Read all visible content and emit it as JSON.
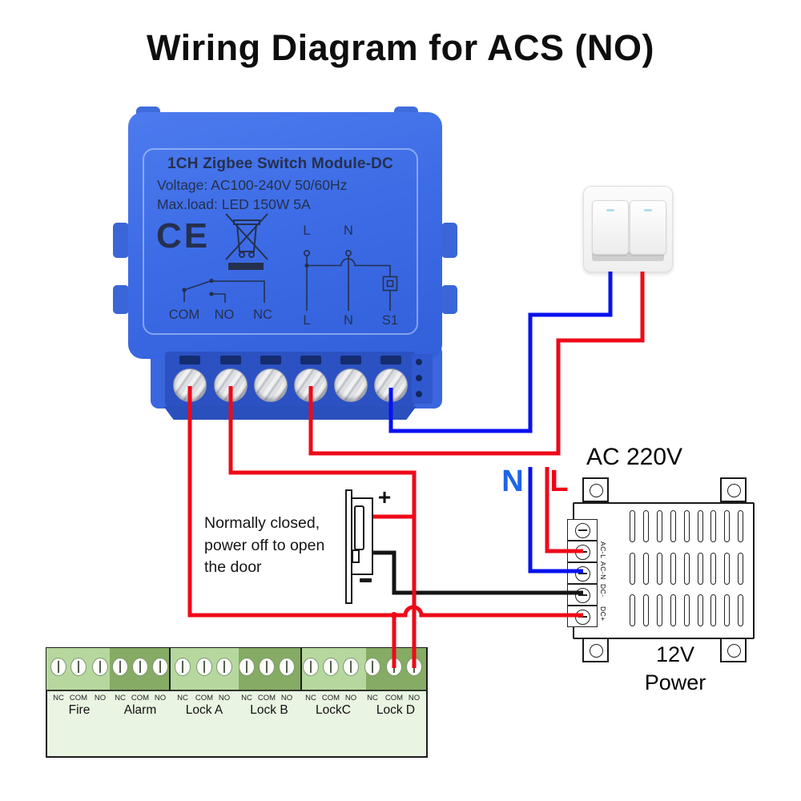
{
  "title": "Wiring Diagram for ACS (NO)",
  "module": {
    "product_name": "1CH Zigbee Switch Module-DC",
    "voltage": "Voltage: AC100-240V 50/60Hz",
    "max_load": "Max.load: LED 150W 5A",
    "ce_mark": "CE",
    "relay_labels": [
      "COM",
      "NO",
      "NC"
    ],
    "input_labels": [
      "L",
      "N"
    ],
    "bottom_labels": [
      "L",
      "N",
      "S1"
    ],
    "terminal_screws": 6
  },
  "wall_switch": {
    "gangs": 2
  },
  "power_supply": {
    "ac_label": "AC 220V",
    "neutral_label": "N",
    "line_label": "L",
    "terminals": [
      "AC-L",
      "AC-N",
      "DC-",
      "DC+"
    ],
    "output": [
      "12V",
      "Power"
    ]
  },
  "door_lock": {
    "plus": "+",
    "minus": "-",
    "note_lines": [
      "Normally closed,",
      "power off to open",
      "the door"
    ]
  },
  "acs_board": {
    "terminal_labels": [
      "NC",
      "COM",
      "NO"
    ],
    "groups": [
      "Fire",
      "Alarm",
      "Lock A",
      "Lock B",
      "LockC",
      "Lock D"
    ]
  },
  "colors": {
    "module_blue": "#3d6ce6",
    "module_text": "#25304e",
    "wire_red": "#ee0a18",
    "wire_blue": "#0812ee",
    "wire_black": "#141414",
    "label_n_blue": "#1e63e9",
    "label_l_red": "#f20318",
    "board_light_green": "#b6d89f",
    "board_dark_green": "#85ab64",
    "board_panel_green": "#e9f4e3"
  }
}
